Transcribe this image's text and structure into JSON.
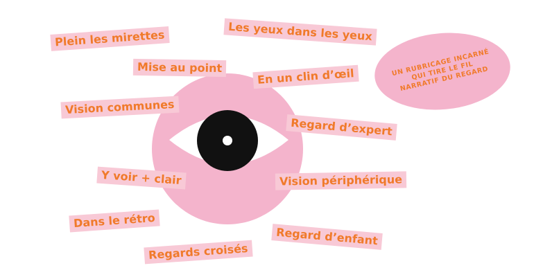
{
  "colors": {
    "accent": "#f07a2a",
    "pink": "#f4b4cc",
    "label_bg": "#f8c9d6",
    "pupil": "#111111"
  },
  "center_icon": "eye-icon",
  "labels": [
    "Plein les mirettes",
    "Les yeux dans les yeux",
    "Mise au point",
    "En un clin d’œil",
    "Vision communes",
    "Regard d’expert",
    "Y voir + clair",
    "Vision périphérique",
    "Dans le rétro",
    "Regard d’enfant",
    "Regards croisés"
  ],
  "badge": {
    "text": "un rubricage incarné qui tire le fil narratif du regard"
  }
}
